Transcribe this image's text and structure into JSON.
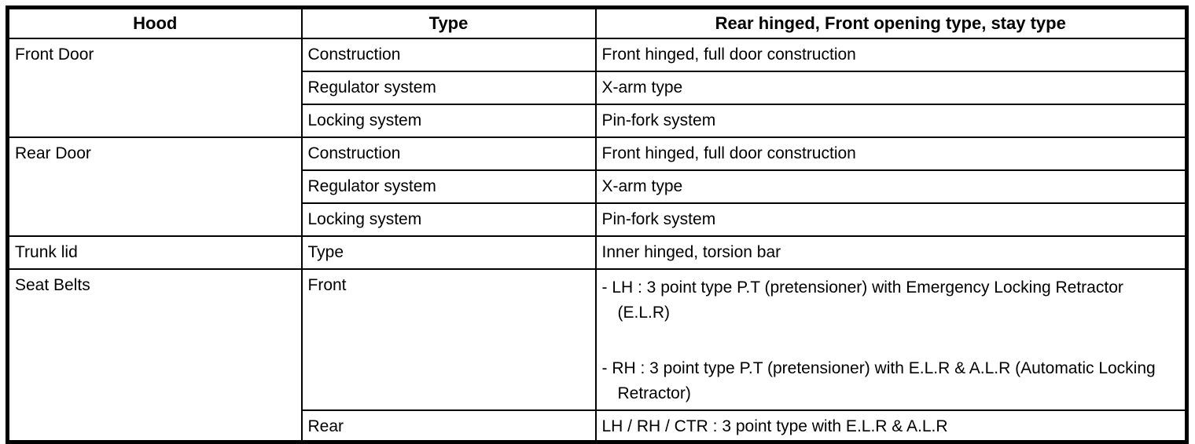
{
  "table": {
    "header": {
      "hood": "Hood",
      "type": "Type",
      "value": "Rear hinged, Front opening type, stay type"
    },
    "rows": [
      {
        "group": "Front Door",
        "type": "Construction",
        "value": "Front hinged, full door construction"
      },
      {
        "type": "Regulator system",
        "value": "X-arm type"
      },
      {
        "type": "Locking system",
        "value": "Pin-fork system"
      },
      {
        "group": "Rear Door",
        "type": "Construction",
        "value": "Front hinged, full door construction"
      },
      {
        "type": "Regulator system",
        "value": "X-arm type"
      },
      {
        "type": "Locking system",
        "value": "Pin-fork system"
      },
      {
        "group": "Trunk lid",
        "type": "Type",
        "value": "Inner hinged, torsion bar"
      },
      {
        "group": "Seat Belts",
        "type": "Front",
        "bullets": [
          "- LH : 3 point type P.T (pretensioner) with Emergency Locking Retractor (E.L.R)",
          "- RH : 3 point type P.T (pretensioner) with E.L.R & A.L.R (Automatic Locking Retractor)"
        ]
      },
      {
        "type": "Rear",
        "value": "LH / RH / CTR : 3 point type with E.L.R & A.L.R"
      }
    ]
  }
}
